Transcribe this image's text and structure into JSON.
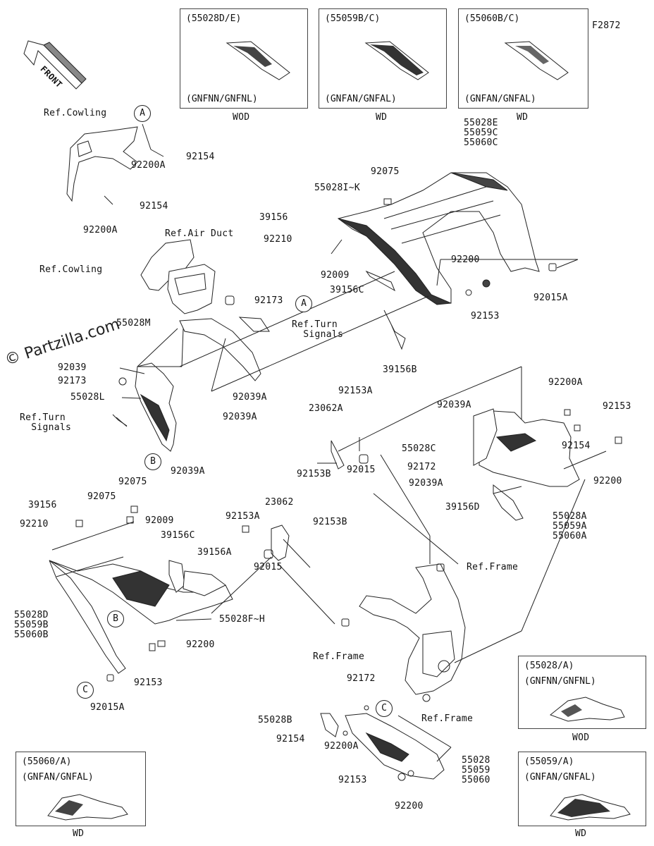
{
  "figure_id": "F2872",
  "watermark": "© Partzilla.com",
  "front_arrow": "FRONT",
  "variant_boxes": [
    {
      "id": "v1",
      "code": "(55028D/E)",
      "color": "(GNFNN/GNFNL)",
      "caption": "WOD"
    },
    {
      "id": "v2",
      "code": "(55059B/C)",
      "color": "(GNFAN/GNFAL)",
      "caption": "WD"
    },
    {
      "id": "v3",
      "code": "(55060B/C)",
      "color": "(GNFAN/GNFAL)",
      "caption": "WD"
    },
    {
      "id": "v4",
      "code": "(55028/A)",
      "color": "(GNFNN/GNFNL)",
      "caption": "WOD"
    },
    {
      "id": "v5",
      "code": "(55060/A)",
      "color": "(GNFAN/GNFAL)",
      "caption": "WD"
    },
    {
      "id": "v6",
      "code": "(55059/A)",
      "color": "(GNFAN/GNFAL)",
      "caption": "WD"
    }
  ],
  "callouts": [
    "A",
    "A",
    "B",
    "B",
    "C",
    "C"
  ],
  "labels": {
    "ref_cowling_1": "Ref.Cowling",
    "p92154_1": "92154",
    "p92200A_1": "92200A",
    "p92154_2": "92154",
    "p92200A_2": "92200A",
    "ref_air_duct": "Ref.Air Duct",
    "ref_cowling_2": "Ref.Cowling",
    "p55028M": "55028M",
    "p92173_1": "92173",
    "ref_turn_signals_1": "Ref.Turn\n  Signals",
    "p92039_1": "92039",
    "p92173_2": "92173",
    "p55028L": "55028L",
    "p92039A_1": "92039A",
    "p92039A_2": "92039A",
    "ref_turn_signals_2": "Ref.Turn\n  Signals",
    "p92039A_3": "92039A",
    "p55028E_group": "55028E\n55059C\n55060C",
    "p92075_1": "92075",
    "p55028IK": "55028I~K",
    "p39156_1": "39156",
    "p92210_1": "92210",
    "p92009_1": "92009",
    "p39156C_1": "39156C",
    "p92200_1": "92200",
    "p92153_1": "92153",
    "p92015A_1": "92015A",
    "p39156B": "39156B",
    "p92153A_1": "92153A",
    "p23062A": "23062A",
    "p92153B_1": "92153B",
    "p92015_1": "92015",
    "p92039A_4": "92039A",
    "p92200A_3": "92200A",
    "p92153_2": "92153",
    "p92154_3": "92154",
    "p55028C": "55028C",
    "p92172_1": "92172",
    "p92039A_5": "92039A",
    "p92200_2": "92200",
    "p39156D": "39156D",
    "p55028A_group": "55028A\n55059A\n55060A",
    "p92075_2": "92075",
    "p39156_2": "39156",
    "p92075_3": "92075",
    "p92210_2": "92210",
    "p92009_2": "92009",
    "p39156C_2": "39156C",
    "p39156A": "39156A",
    "p23062": "23062",
    "p92153A_2": "92153A",
    "p92153B_2": "92153B",
    "p92015_2": "92015",
    "ref_frame_1": "Ref.Frame",
    "p55028D_group": "55028D\n55059B\n55060B",
    "p55028FH": "55028F~H",
    "p92200_3": "92200",
    "p92153_3": "92153",
    "p92015A_2": "92015A",
    "ref_frame_2": "Ref.Frame",
    "ref_frame_3": "Ref.Frame",
    "p92172_2": "92172",
    "p55028B": "55028B",
    "p92154_4": "92154",
    "p92200A_4": "92200A",
    "p55028_group": "55028\n55059\n55060",
    "p92153_4": "92153",
    "p92200_4": "92200"
  }
}
